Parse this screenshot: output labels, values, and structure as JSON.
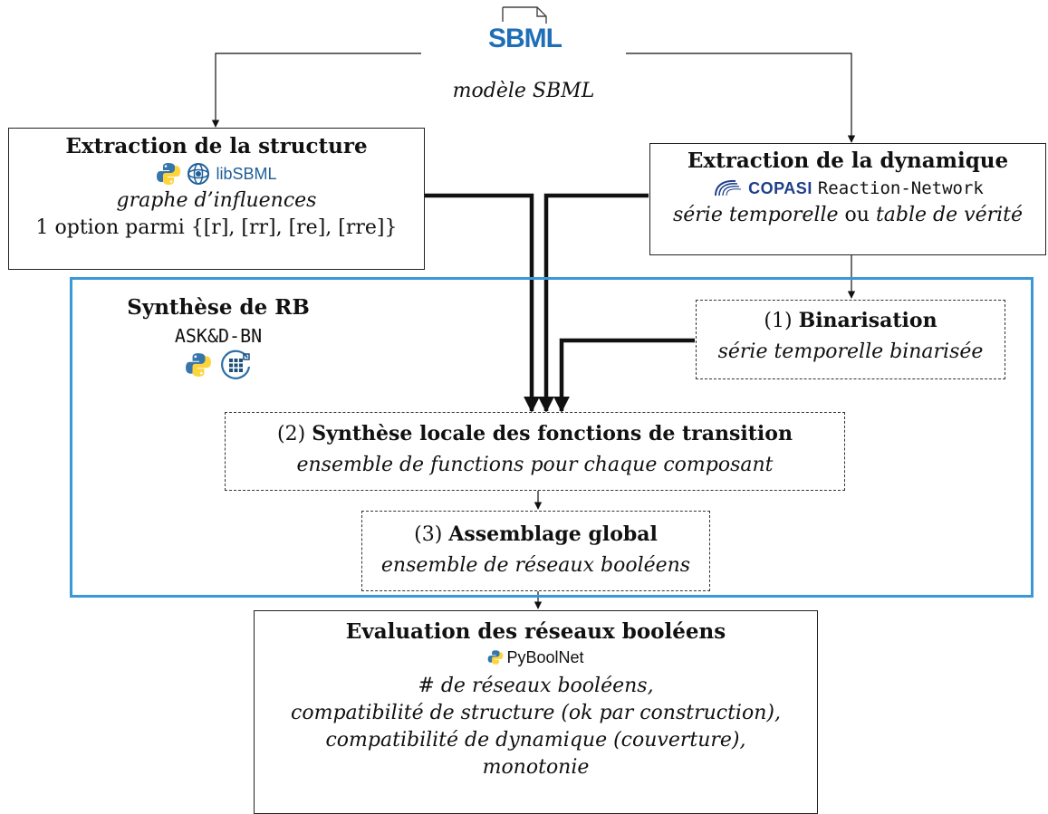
{
  "sbml": {
    "logo_text": "SBML",
    "caption": "modèle SBML"
  },
  "structure_box": {
    "title": "Extraction de la structure",
    "lib_label": "libSBML",
    "subtitle": "graphe d’influences",
    "options": "1 option parmi {[r], [rr], [re], [rre]}"
  },
  "dynamics_box": {
    "title": "Extraction de la dynamique",
    "copasi_label": "COPASI",
    "tool_label": "Reaction-Network",
    "series": "série temporelle",
    "or": "ou",
    "table": "table de vérité"
  },
  "synthesis": {
    "title": "Synthèse de RB",
    "tool": "ASK&D-BN"
  },
  "binarisation": {
    "number": "(1)",
    "title": "Binarisation",
    "subtitle": "série temporelle binarisée"
  },
  "local_synthesis": {
    "number": "(2)",
    "title": "Synthèse locale des fonctions de transition",
    "subtitle": "ensemble de functions pour chaque composant"
  },
  "assembly": {
    "number": "(3)",
    "title": "Assemblage global",
    "subtitle": "ensemble de réseaux booléens"
  },
  "evaluation": {
    "title": "Evaluation des réseaux booléens",
    "lib_label": "PyBoolNet",
    "lines": [
      "# de réseaux booléens,",
      "compatibilité de structure (ok par construction),",
      "compatibilité de dynamique (couverture),",
      "monotonie"
    ]
  },
  "colors": {
    "frame_blue": "#3a98d6",
    "python_blue": "#3776ab",
    "python_yellow": "#ffd43b",
    "libsbml_blue": "#1f5f99",
    "copasi_blue": "#1f3f8a"
  },
  "icons": [
    "document-icon",
    "python-icon",
    "libsbml-icon",
    "copasi-icon",
    "grid-icon"
  ]
}
